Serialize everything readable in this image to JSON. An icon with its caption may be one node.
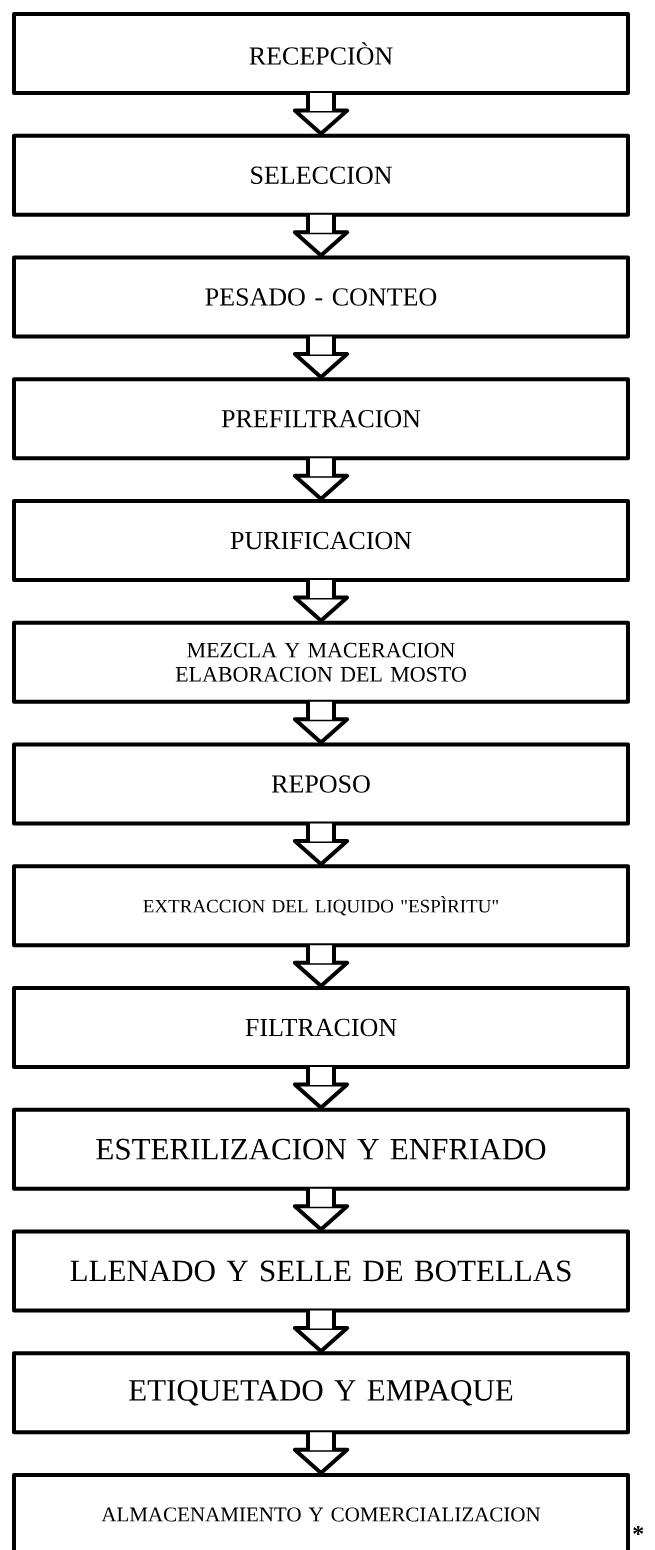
{
  "diagram": {
    "nodes": [
      {
        "text": [
          "RECEPCIÒN"
        ]
      },
      {
        "text": [
          "SELECCION"
        ]
      },
      {
        "text": [
          "PESADO - CONTEO"
        ]
      },
      {
        "text": [
          "PREFILTRACION"
        ]
      },
      {
        "text": [
          "PURIFICACION"
        ]
      },
      {
        "text": [
          "MEZCLA Y MACERACION ELABORACION DEL MOSTO"
        ]
      },
      {
        "text": [
          "REPOSO"
        ]
      },
      {
        "text": [
          "EXTRACCION DEL LIQUIDO \"ESPÌRITU\""
        ]
      },
      {
        "text": [
          "FILTRACION"
        ]
      },
      {
        "text": [
          "ESTERILIZACION Y ENFRIADO"
        ]
      },
      {
        "text": [
          "LLENADO Y SELLE DE BOTELLAS"
        ]
      },
      {
        "text": [
          "ETIQUETADO Y EMPAQUE"
        ]
      },
      {
        "text": [
          "ALMACENAMIENTO Y COMERCIALIZACION"
        ],
        "beside": [
          "*"
        ]
      }
    ],
    "edges": [
      {
        "from": 0,
        "to": 1,
        "arrow": "to"
      },
      {
        "from": 1,
        "to": 2,
        "arrow": "to"
      },
      {
        "from": 2,
        "to": 3,
        "arrow": "to"
      },
      {
        "from": 3,
        "to": 4,
        "arrow": "to"
      },
      {
        "from": 4,
        "to": 5,
        "arrow": "to"
      },
      {
        "from": 5,
        "to": 6,
        "arrow": "to"
      },
      {
        "from": 6,
        "to": 7,
        "arrow": "to"
      },
      {
        "from": 7,
        "to": 8,
        "arrow": "to"
      },
      {
        "from": 8,
        "to": 9,
        "arrow": "to"
      },
      {
        "from": 9,
        "to": 10,
        "arrow": "to"
      },
      {
        "from": 10,
        "to": 11,
        "arrow": "to"
      },
      {
        "from": 11,
        "to": 12,
        "arrow": "to"
      }
    ]
  }
}
